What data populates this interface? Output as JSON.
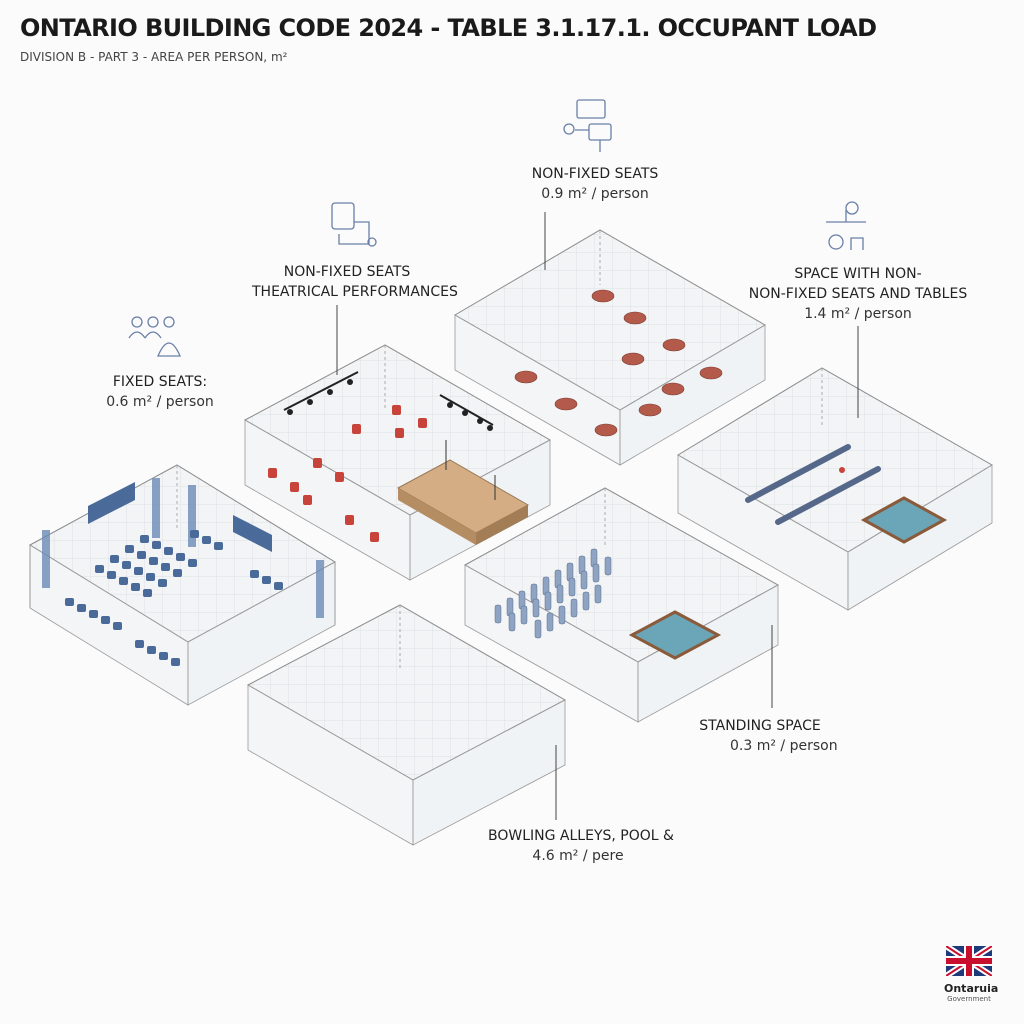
{
  "title": "ONTARIO BUILDING CODE 2024 - TABLE 3.1.17.1. OCCUPANT LOAD",
  "subtitle": "DIVISION B - PART 3 - AREA PER PERSON, m²",
  "rooms": [
    {
      "id": "fixed",
      "label_lines": [
        "FIXED SEATS:"
      ],
      "value": "0.6 m² / person",
      "icon": "people-icon"
    },
    {
      "id": "theatre",
      "label_lines": [
        "NON-FIXED SEATS",
        "THEATRICAL PERFORMANCES"
      ],
      "value": "",
      "icon": "stage-props-icon"
    },
    {
      "id": "nonfixed",
      "label_lines": [
        "NON-FIXED SEATS"
      ],
      "value": "0.9 m² / person",
      "icon": "seating-plan-icon"
    },
    {
      "id": "tables",
      "label_lines": [
        "SPACE WITH NON-",
        "NON-FIXED SEATS AND TABLES"
      ],
      "value": "1.4 m² / person",
      "icon": "dining-icon"
    },
    {
      "id": "standing",
      "label_lines": [
        "STANDING SPACE"
      ],
      "value": "0.3 m² / person",
      "icon": ""
    },
    {
      "id": "bowling",
      "label_lines": [
        "BOWLING ALLEYS, POOL &"
      ],
      "value": "4.6 m² / pere",
      "icon": ""
    }
  ],
  "logo": {
    "name": "Ontaruia",
    "sub": "Government"
  },
  "colors": {
    "seat_blue": "#4a6a9a",
    "chair_red": "#c8433a",
    "stage_wood": "#c9a27a",
    "felt": "#6aa6b8",
    "edge": "#888888"
  }
}
